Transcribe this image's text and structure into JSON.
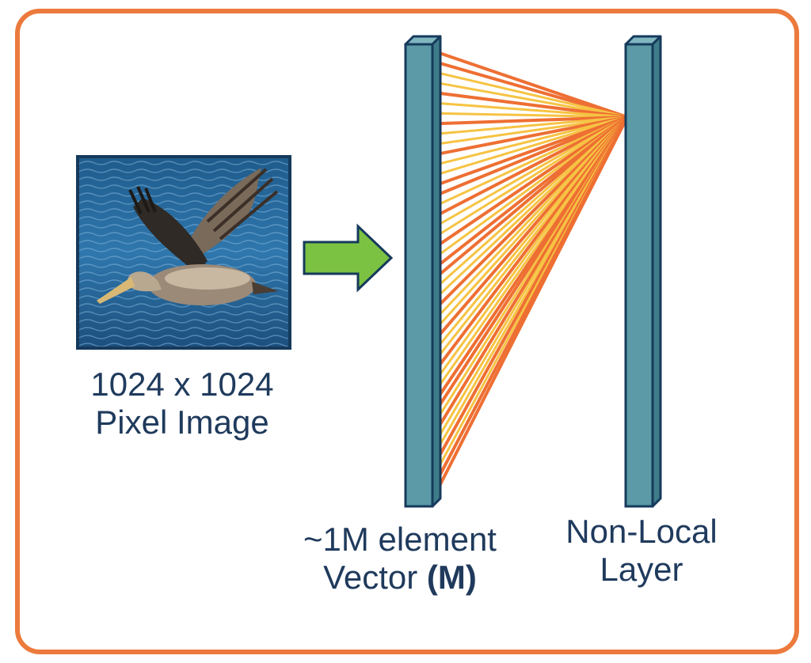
{
  "colors": {
    "frame": "#ec7a3d",
    "layer_fill": "#5b9aa6",
    "layer_edge": "#163a5c",
    "arrow_fill": "#7cc242",
    "arrow_edge": "#163a5c",
    "line_light": "#f6c343",
    "line_dark": "#ee6f33",
    "text": "#1f3a5c"
  },
  "image": {
    "icon": "pelican-photo-icon",
    "caption_line1": "1024 x 1024",
    "caption_line2": "Pixel Image"
  },
  "vector": {
    "caption_line1": "~1M element",
    "caption_line2_prefix": "Vector ",
    "caption_line2_bold": "(M)"
  },
  "layer": {
    "caption_line1": "Non-Local",
    "caption_line2": "Layer"
  },
  "arrow": {
    "icon": "right-arrow-icon"
  }
}
